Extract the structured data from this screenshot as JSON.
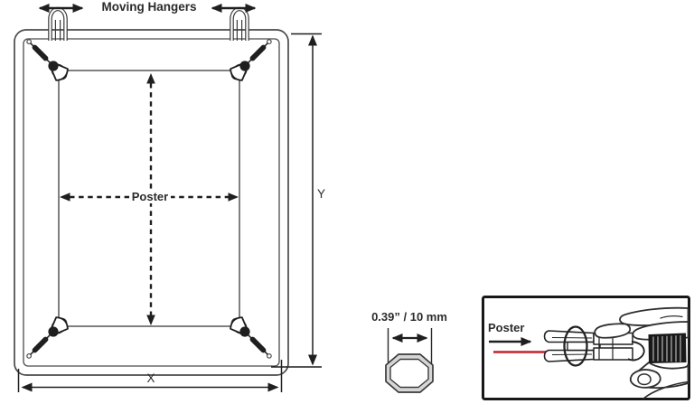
{
  "diagram": {
    "moving_hangers_label": "Moving Hangers",
    "poster_dimension_label": "Poster",
    "width_dimension_label": "X",
    "height_dimension_label": "Y"
  },
  "tube_detail": {
    "diameter_label": "0.39” / 10 mm"
  },
  "insert_detail": {
    "poster_label": "Poster"
  },
  "colors": {
    "line_art": "#4a4a4a",
    "ink": "#1f1f1f",
    "poster_insert_red": "#c5333c",
    "tube_wall_gray": "#d6d6d6"
  },
  "icons": {
    "hanger": "hanger-hook-icon",
    "corner_clip": "corner-spring-clip-icon",
    "tube_section": "tube-cross-section-icon",
    "hand": "hand-holding-clip-icon"
  }
}
